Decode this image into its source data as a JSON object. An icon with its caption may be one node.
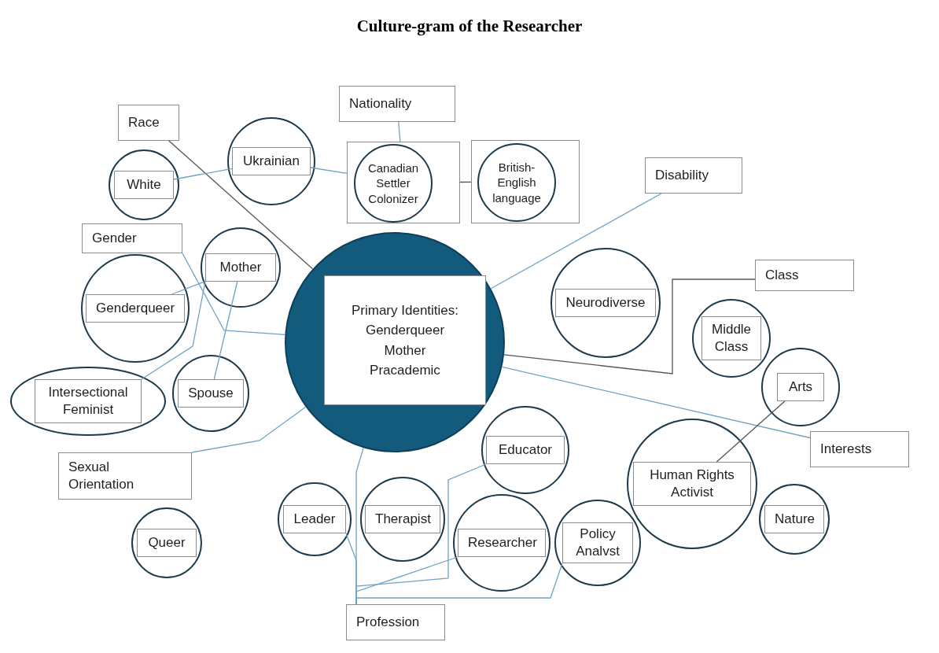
{
  "diagram": {
    "title": "Culture-gram of the Researcher",
    "nodes": [
      {
        "text": [
          "Race"
        ]
      },
      {
        "text": [],
        "shape": "circle"
      },
      {
        "text": [
          "White"
        ],
        "in": 1
      },
      {
        "text": [],
        "shape": "circle"
      },
      {
        "text": [
          "Ukrainian"
        ],
        "in": 3
      },
      {
        "text": [
          "Nationality"
        ]
      },
      {
        "text": [],
        "shape": "box"
      },
      {
        "text": [
          "Canadian Settler Colonizer"
        ],
        "in": 6
      },
      {
        "text": [],
        "shape": "box"
      },
      {
        "text": [
          "British-English language"
        ],
        "in": 8
      },
      {
        "text": [
          "Disability"
        ]
      },
      {
        "text": [
          "Gender"
        ]
      },
      {
        "text": [],
        "shape": "circle"
      },
      {
        "text": [
          "Mother"
        ],
        "in": 12
      },
      {
        "text": [
          "Class"
        ]
      },
      {
        "text": [],
        "shape": "circle"
      },
      {
        "text": [
          "Neurodiverse"
        ],
        "in": 15
      },
      {
        "text": [],
        "shape": "circle"
      },
      {
        "text": [
          "Primary Identities:",
          "Genderqueer",
          "Mother",
          "Pracademic"
        ],
        "in": 17
      },
      {
        "text": [],
        "shape": "circle"
      },
      {
        "text": [
          "Genderqueer"
        ],
        "in": 19
      },
      {
        "text": [],
        "shape": "circle"
      },
      {
        "text": [
          "Middle Class"
        ],
        "in": 21
      },
      {
        "text": [],
        "shape": "circle"
      },
      {
        "text": [
          "Arts"
        ],
        "in": 23
      },
      {
        "text": [],
        "shape": "circle"
      },
      {
        "text": [
          "Intersectional Feminist"
        ],
        "in": 25
      },
      {
        "text": [],
        "shape": "circle"
      },
      {
        "text": [
          "Spouse"
        ],
        "in": 27
      },
      {
        "text": [
          "Sexual Orientation"
        ]
      },
      {
        "text": [],
        "shape": "circle"
      },
      {
        "text": [
          "Educator"
        ],
        "in": 30
      },
      {
        "text": [
          "Interests"
        ]
      },
      {
        "text": [],
        "shape": "circle"
      },
      {
        "text": [
          "Human Rights Activist"
        ],
        "in": 33
      },
      {
        "text": [],
        "shape": "circle"
      },
      {
        "text": [
          "Leader"
        ],
        "in": 35
      },
      {
        "text": [],
        "shape": "circle"
      },
      {
        "text": [
          "Therapist"
        ],
        "in": 37
      },
      {
        "text": [],
        "shape": "circle"
      },
      {
        "text": [
          "Nature"
        ],
        "in": 39
      },
      {
        "text": [],
        "shape": "circle"
      },
      {
        "text": [
          "Researcher"
        ],
        "in": 41
      },
      {
        "text": [],
        "shape": "circle"
      },
      {
        "text": [
          "Policy Analvst"
        ],
        "in": 43
      },
      {
        "text": [],
        "shape": "circle"
      },
      {
        "text": [
          "Queer"
        ],
        "in": 45
      },
      {
        "text": [
          "Profession"
        ]
      }
    ],
    "edges": [
      {
        "from": 0,
        "to": 17,
        "arrow": "none",
        "color": "#555555"
      },
      {
        "from": 2,
        "to": 4,
        "arrow": "none"
      },
      {
        "from": 4,
        "to": 6,
        "arrow": "none"
      },
      {
        "from": 5,
        "to": 6,
        "arrow": "none"
      },
      {
        "from": 6,
        "to": 8,
        "arrow": "none",
        "color": "#555555"
      },
      {
        "from": 10,
        "to": 17,
        "arrow": "none"
      },
      {
        "from": 14,
        "to": 17,
        "arrow": "none",
        "color": "#555555"
      },
      {
        "from": 11,
        "to": 17,
        "arrow": "none"
      },
      {
        "from": 20,
        "to": 13,
        "arrow": "none"
      },
      {
        "from": 26,
        "to": 13,
        "arrow": "none"
      },
      {
        "from": 28,
        "to": 13,
        "arrow": "none"
      },
      {
        "from": 29,
        "to": 17,
        "arrow": "none"
      },
      {
        "from": 17,
        "to": 32,
        "arrow": "none"
      },
      {
        "from": 24,
        "to": 34,
        "arrow": "none",
        "color": "#555555"
      },
      {
        "from": 17,
        "to": 47,
        "arrow": "none"
      },
      {
        "from": 36,
        "to": 47,
        "arrow": "none"
      },
      {
        "from": 31,
        "to": 47,
        "arrow": "none"
      },
      {
        "from": 42,
        "to": 47,
        "arrow": "none"
      },
      {
        "from": 44,
        "to": 47,
        "arrow": "none"
      }
    ]
  }
}
